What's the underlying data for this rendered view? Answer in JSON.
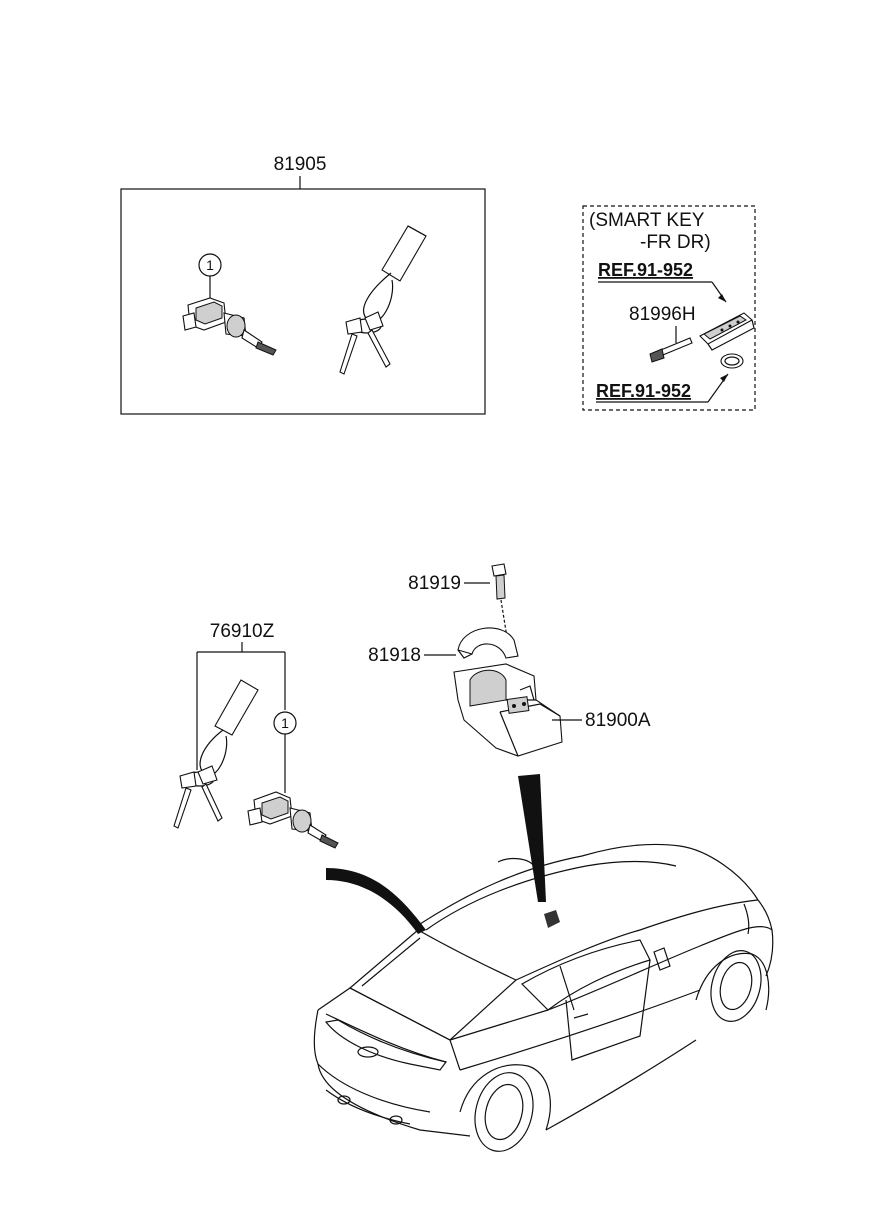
{
  "labels": {
    "set_81905": "81905",
    "smart_key_line1": "(SMART KEY",
    "smart_key_line2": "-FR DR)",
    "ref_top": "REF.91-952",
    "part_81996h": "81996H",
    "ref_bottom": "REF.91-952",
    "part_81919": "81919",
    "part_76910z": "76910Z",
    "part_81918": "81918",
    "part_81900a": "81900A"
  },
  "callouts": {
    "top_cylinder": "1",
    "bottom_cylinder": "1"
  },
  "colors": {
    "ink": "#111111",
    "shade": "#cfcfcf",
    "arrow": "#111111"
  }
}
